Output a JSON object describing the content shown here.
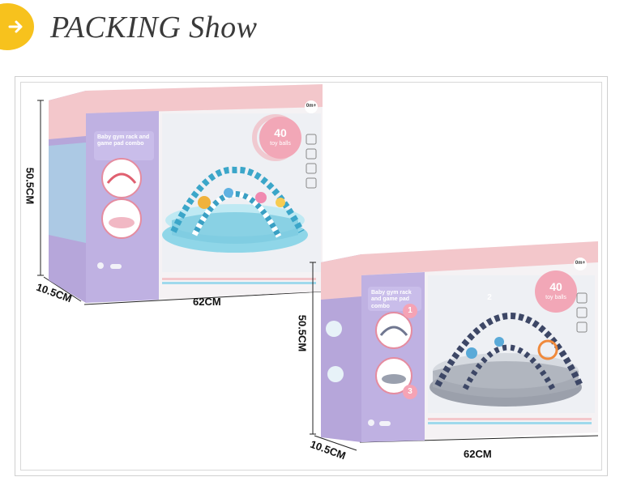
{
  "header": {
    "title": "PACKING Show",
    "badge_color": "#f7c21d",
    "badge_icon": "arrow-right-icon"
  },
  "box1": {
    "product_name": "Baby gym rack and game pad combo",
    "balls_count": "40",
    "balls_label": "toy balls",
    "age_badge": "0m+",
    "dimensions": {
      "height": "50.5CM",
      "depth": "10.5CM",
      "width": "62CM"
    }
  },
  "box2": {
    "product_name": "Baby gym rack and game pad combo",
    "balls_count": "40",
    "balls_label": "toy balls",
    "age_badge": "0m+",
    "steps": [
      "1",
      "2",
      "3"
    ],
    "dimensions": {
      "height": "50.5CM",
      "depth": "10.5CM",
      "width": "62CM"
    }
  },
  "colors": {
    "box_pink": "#f3c9cc",
    "box_lavender": "#b8a9dc",
    "box_face": "#f4f1f3",
    "gym_blue": "#7fd0e4",
    "gym_gray": "#8a8f9c"
  }
}
